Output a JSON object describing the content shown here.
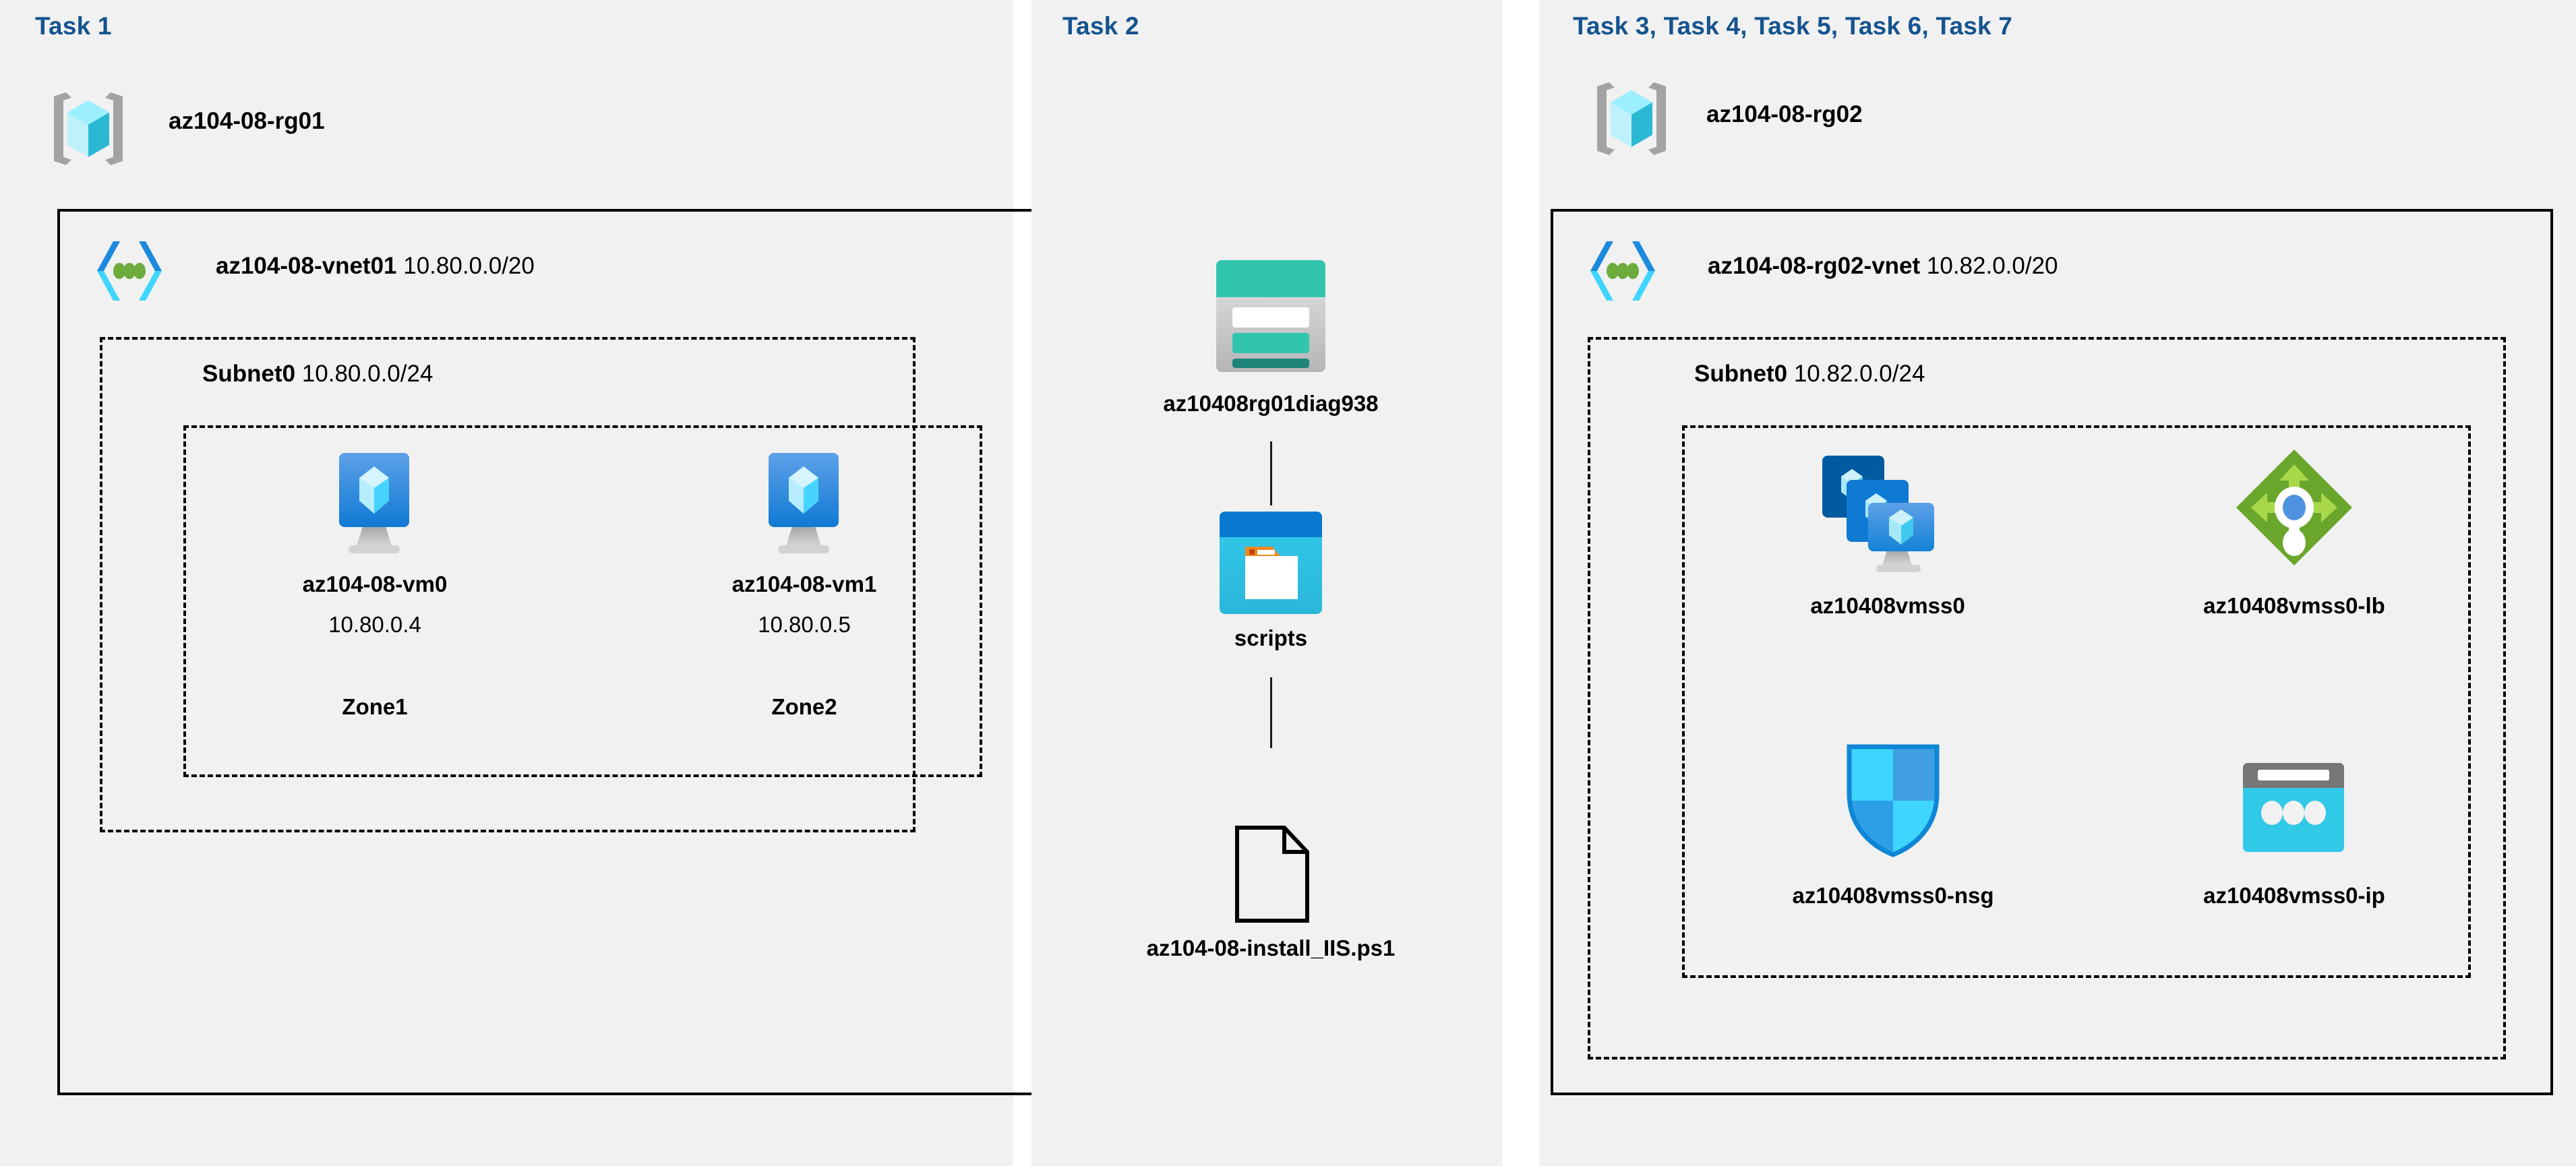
{
  "panels": [
    {
      "id": "task1",
      "title": "Task 1"
    },
    {
      "id": "task2",
      "title": "Task 2"
    },
    {
      "id": "task3",
      "title": "Task 3, Task 4, Task 5, Task 6, Task 7"
    }
  ],
  "colors": {
    "task_label": "#14538f",
    "panel_bg": "#f1f1f1",
    "page_bg": "#ffffff",
    "border": "#000000",
    "vm_blue": "#1f8fe0",
    "vnet_blue": "#1b8ade",
    "vnet_cyan": "#3ed6ff",
    "vnet_dot_green": "#6cab3c",
    "rg_cube_cyan": "#50e6ff",
    "rg_bracket_gray": "#a3a3a3",
    "storage_teal": "#32c5ae",
    "storage_dark_teal": "#1f8478",
    "container_header_blue": "#0078d4",
    "container_body_cyan": "#32c8e8",
    "folder_orange": "#f08a22",
    "lb_green": "#6aa62b",
    "lb_arrow_green": "#a8d84a",
    "lb_dot_blue": "#4f93e0",
    "nsg_cyan": "#3ed6ff",
    "nsg_blue": "#2c9fe8",
    "pip_gray": "#767676",
    "pip_cyan": "#32c8e8"
  },
  "task1": {
    "resource_group": {
      "label": "az104-08-rg01",
      "icon": "resource-group-icon"
    },
    "vnet": {
      "name": "az104-08-vnet01",
      "cidr": "10.80.0.0/20",
      "icon": "virtual-network-icon"
    },
    "subnet": {
      "name": "Subnet0",
      "cidr": "10.80.0.0/24"
    },
    "vms": [
      {
        "name": "az104-08-vm0",
        "ip": "10.80.0.4",
        "zone": "Zone1",
        "icon": "virtual-machine-icon"
      },
      {
        "name": "az104-08-vm1",
        "ip": "10.80.0.5",
        "zone": "Zone2",
        "icon": "virtual-machine-icon"
      }
    ]
  },
  "task2": {
    "storage_account": {
      "label": "az10408rg01diag938",
      "icon": "storage-account-icon"
    },
    "container": {
      "label": "scripts",
      "icon": "blob-container-icon"
    },
    "file": {
      "label": "az104-08-install_IIS.ps1",
      "icon": "file-icon"
    }
  },
  "task3": {
    "resource_group": {
      "label": "az104-08-rg02",
      "icon": "resource-group-icon"
    },
    "vnet": {
      "name": "az104-08-rg02-vnet",
      "cidr": "10.82.0.0/20",
      "icon": "virtual-network-icon"
    },
    "subnet": {
      "name": "Subnet0",
      "cidr": "10.82.0.0/24"
    },
    "resources": [
      {
        "label": "az10408vmss0",
        "icon": "vm-scale-set-icon"
      },
      {
        "label": "az10408vmss0-lb",
        "icon": "load-balancer-icon"
      },
      {
        "label": "az10408vmss0-nsg",
        "icon": "network-security-group-icon"
      },
      {
        "label": "az10408vmss0-ip",
        "icon": "public-ip-address-icon"
      }
    ]
  }
}
